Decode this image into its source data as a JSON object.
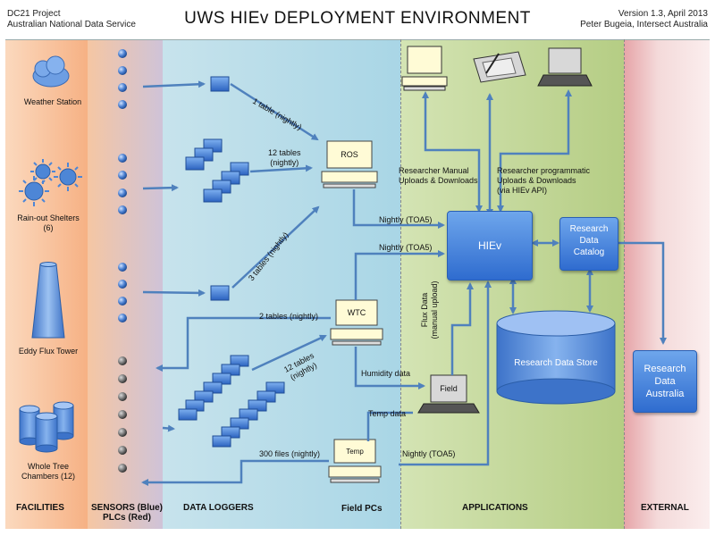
{
  "header": {
    "title": "UWS HIEv DEPLOYMENT ENVIRONMENT",
    "left_line1": "DC21 Project",
    "left_line2": "Australian National Data Service",
    "right_line1": "Version 1.3, April 2013",
    "right_line2": "Peter Bugeia, Intersect Australia"
  },
  "zones": {
    "facilities": "FACILITIES",
    "sensors_line1": "SENSORS (Blue)",
    "sensors_line2": "PLCs (Red)",
    "dataloggers": "DATA LOGGERS",
    "field_pcs": "Field PCs",
    "applications": "APPLICATIONS",
    "external": "EXTERNAL"
  },
  "facilities": {
    "weather_station": "Weather Station",
    "rainout_line1": "Rain-out Shelters",
    "rainout_line2": "(6)",
    "eddy_flux": "Eddy Flux Tower",
    "wtc_line1": "Whole Tree",
    "wtc_line2": "Chambers (12)"
  },
  "pcs": {
    "ros": "ROS",
    "wtc": "WTC",
    "temp": "Temp",
    "field": "Field"
  },
  "flows": {
    "one_table": "1 table (nightly)",
    "twelve_tables_line1": "12 tables",
    "twelve_tables_line2": "(nightly)",
    "three_tables": "3 tables (nightly)",
    "two_tables": "2 tables (nightly)",
    "twelve_tables_diag_line1": "12 tables",
    "twelve_tables_diag_line2": "(nightly)",
    "three_hundred_files": "300 files (nightly)",
    "nightly_toa5_1": "Nightly (TOA5)",
    "nightly_toa5_2": "Nightly (TOA5)",
    "nightly_toa5_3": "Nightly (TOA5)",
    "humidity": "Humidity data",
    "temp_data": "Temp data",
    "flux_line1": "Flux Data",
    "flux_line2": "(manual upload)",
    "manual_line1": "Researcher  Manual",
    "manual_line2": "Uploads  & Downloads",
    "prog_line1": "Researcher programmatic",
    "prog_line2": "Uploads & Downloads",
    "prog_line3": "(via HIEv API)"
  },
  "applications": {
    "hiev": "HIEv",
    "catalog_line1": "Research",
    "catalog_line2": "Data",
    "catalog_line3": "Catalog",
    "store": "Research Data Store"
  },
  "external": {
    "rda_line1": "Research",
    "rda_line2": "Data",
    "rda_line3": "Australia"
  },
  "colors": {
    "facilities_zone": "#f8ba8e",
    "sensors_zone": "#d9c7d6",
    "dataloggers_zone": "#b7dde9",
    "applications_zone": "#c3d69b",
    "external_zone": "#f3d2d2",
    "arrow": "#4f81bd",
    "node_blue": "#4a86d9"
  }
}
